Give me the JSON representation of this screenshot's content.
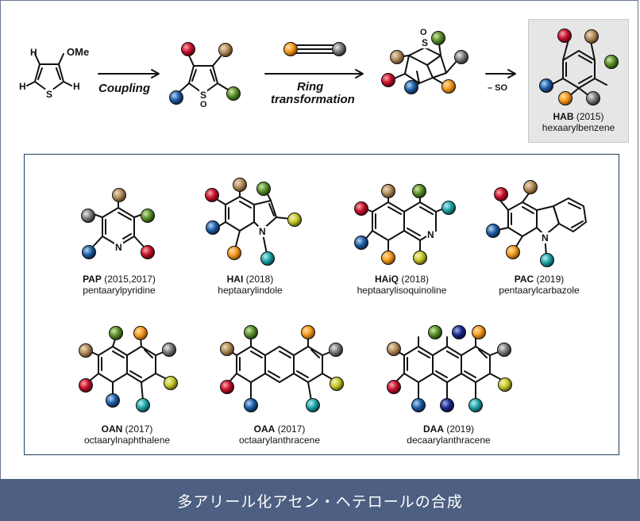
{
  "top_reaction": {
    "substituent_label": "OMe",
    "h_label": "H",
    "s_label": "S",
    "o_label": "O",
    "step1_label": "Coupling",
    "step2_label_line1": "Ring",
    "step2_label_line2": "transformation",
    "step3_label": "– SO",
    "product": {
      "abbr": "HAB",
      "year": "(2015)",
      "name": "hexaarylbenzene"
    }
  },
  "compounds": [
    {
      "abbr": "PAP",
      "year": "(2015,2017)",
      "name": "pentaarylpyridine"
    },
    {
      "abbr": "HAI",
      "year": "(2018)",
      "name": "heptaarylindole"
    },
    {
      "abbr": "HAiQ",
      "year": "(2018)",
      "name": "heptaarylisoquinoline"
    },
    {
      "abbr": "PAC",
      "year": "(2019)",
      "name": "pentaarylcarbazole"
    },
    {
      "abbr": "OAN",
      "year": "(2017)",
      "name": "octaarylnaphthalene"
    },
    {
      "abbr": "OAA",
      "year": "(2017)",
      "name": "octaarylanthracene"
    },
    {
      "abbr": "DAA",
      "year": "(2019)",
      "name": "decaarylanthracene"
    }
  ],
  "atom_labels": {
    "n": "N"
  },
  "ball_colors": {
    "red": "#c8102e",
    "brown": "#b08a5a",
    "green": "#5a8f2a",
    "blue": "#1f5fa8",
    "gray": "#6b6b6b",
    "orange": "#f39a1e",
    "teal": "#1ea3a8",
    "yellow": "#c7c72a",
    "navy": "#1c2a8a"
  },
  "footer": {
    "title": "多アリール化アセン・ヘテロールの合成"
  }
}
